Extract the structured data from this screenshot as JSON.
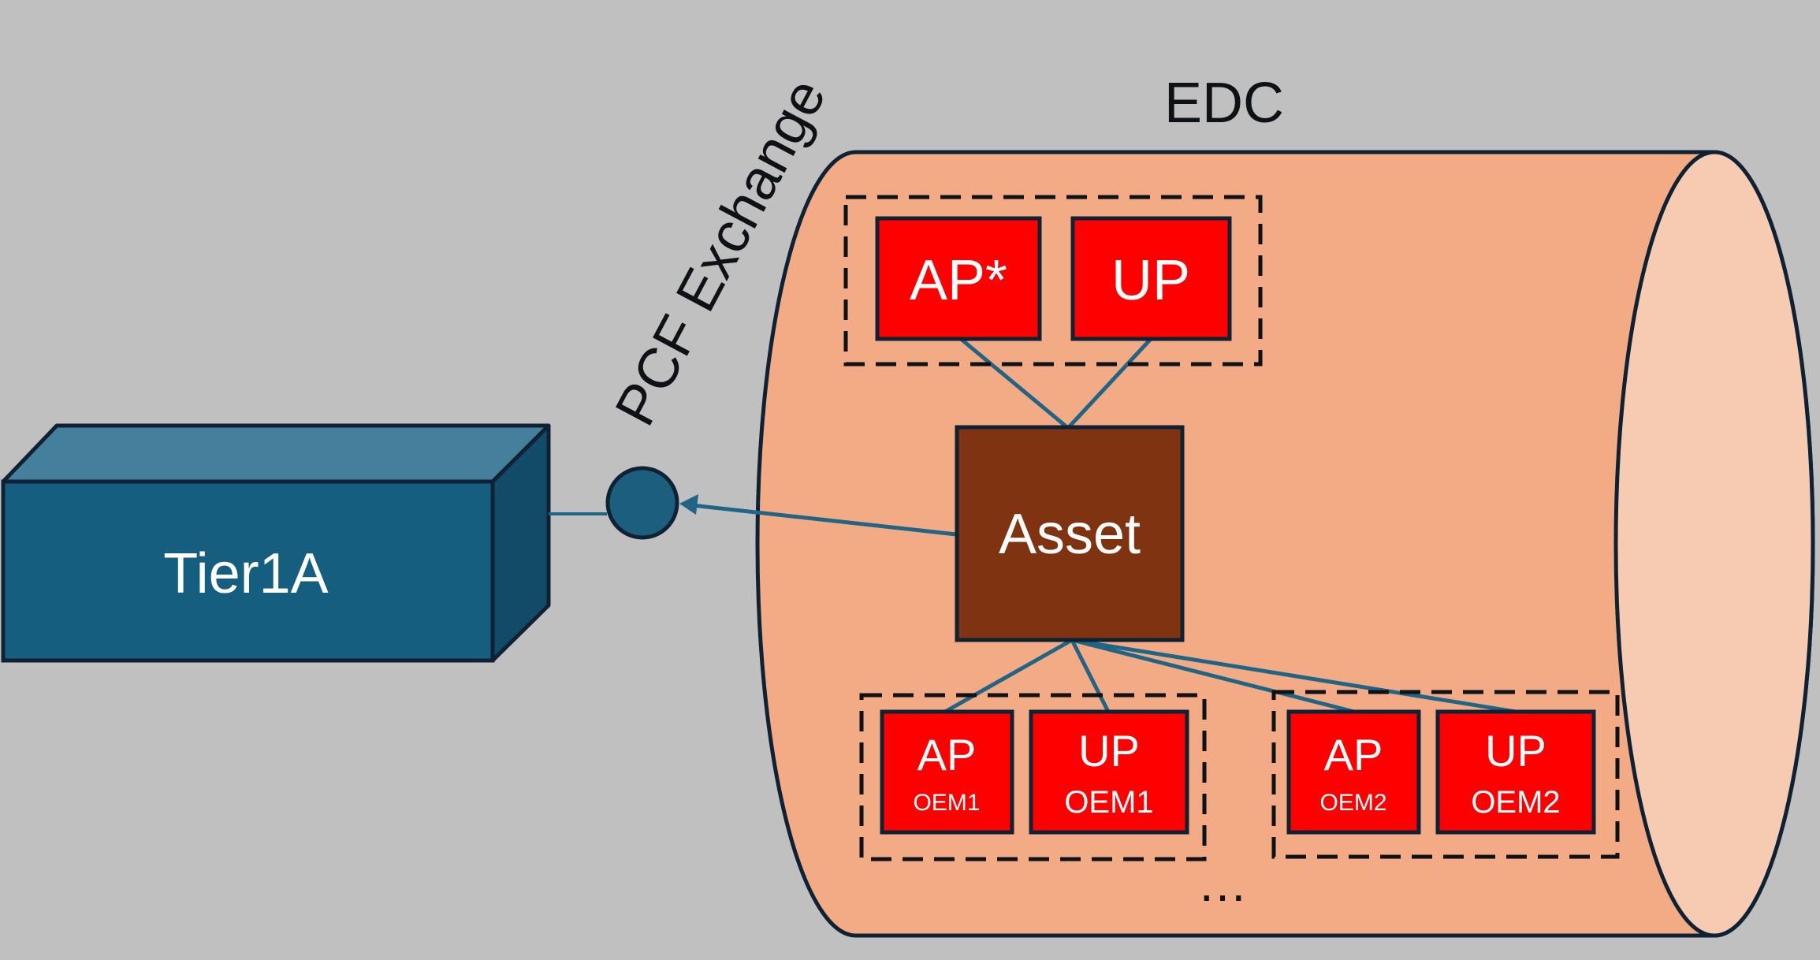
{
  "tier": {
    "label": "Tier1A"
  },
  "connector": {
    "label": "PCF Exchange"
  },
  "edc": {
    "label": "EDC",
    "more": "…"
  },
  "asset": {
    "label": "Asset"
  },
  "top_group": {
    "items": [
      {
        "label": "AP*",
        "sub": ""
      },
      {
        "label": "UP",
        "sub": ""
      }
    ]
  },
  "oem1_group": {
    "items": [
      {
        "label": "AP",
        "sub": "OEM1"
      },
      {
        "label": "UP",
        "sub": "OEM1"
      }
    ]
  },
  "oem2_group": {
    "items": [
      {
        "label": "AP",
        "sub": "OEM2"
      },
      {
        "label": "UP",
        "sub": "OEM2"
      }
    ]
  },
  "colors": {
    "background": "#c0c0c0",
    "tier_front": "#165e80",
    "tier_top": "#447f9c",
    "tier_side": "#124b67",
    "connector": "#1b5e7e",
    "edc_body": "#f2ab85",
    "edc_face": "#f6cbb2",
    "asset": "#7f3310",
    "policy": "#ff0000",
    "outline": "#0e2233",
    "link": "#206585"
  }
}
